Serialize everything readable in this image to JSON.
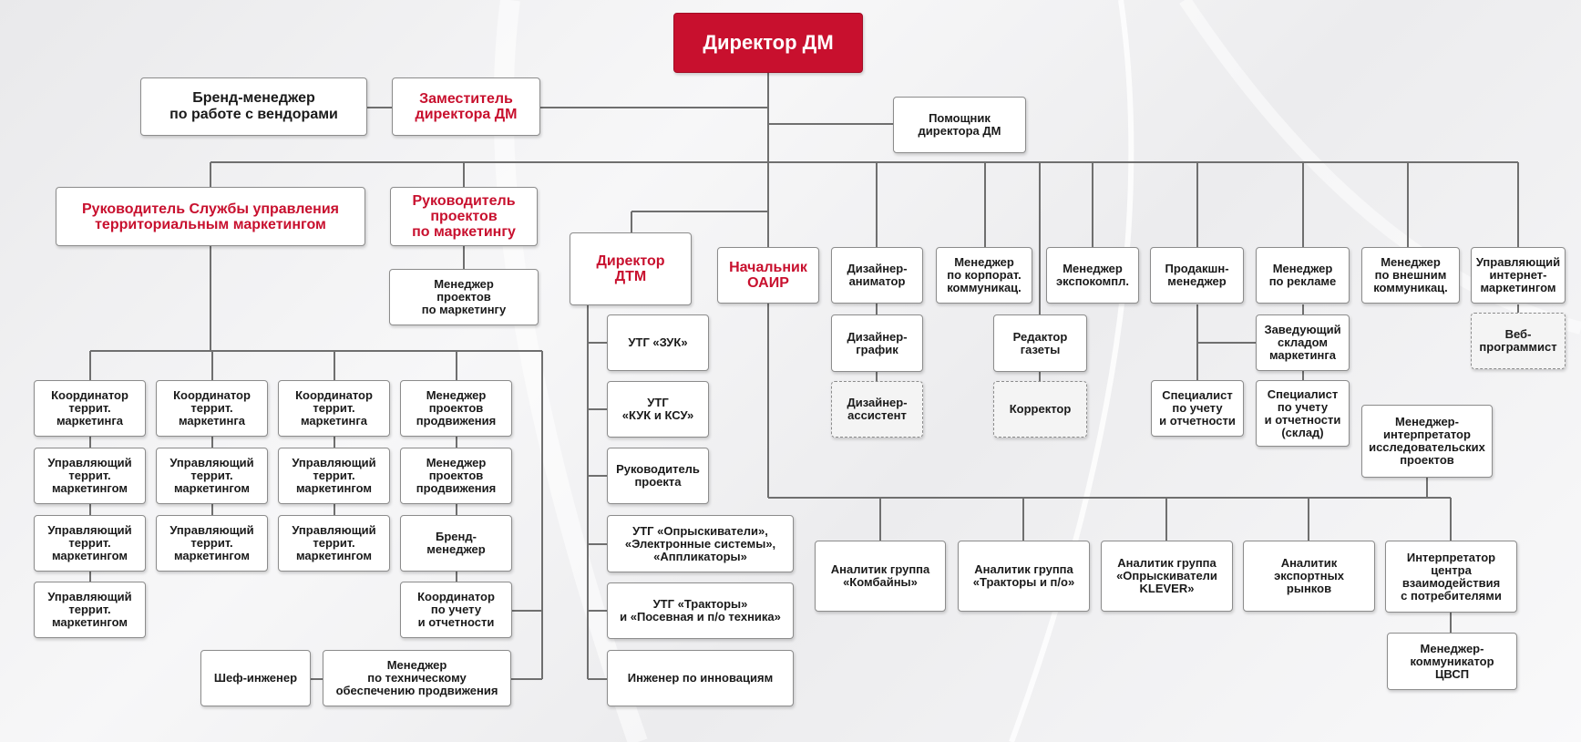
{
  "director": "Директор ДМ",
  "brand_manager_vendors": "Бренд-менеджер\nпо работе с вендорами",
  "deputy_director": "Заместитель\nдиректора ДМ",
  "assistant": "Помощник\nдиректора ДМ",
  "head_territorial": "Руководитель Службы управления\nтерриториальным маркетингом",
  "head_projects": "Руководитель\nпроектов\nпо маркетингу",
  "projects_manager": "Менеджер\nпроектов\nпо маркетингу",
  "territorial_columns": [
    [
      "Координатор\nтеррит.\nмаркетинга",
      "Управляющий\nтеррит.\nмаркетингом",
      "Управляющий\nтеррит.\nмаркетингом",
      "Управляющий\nтеррит.\nмаркетингом"
    ],
    [
      "Координатор\nтеррит.\nмаркетинга",
      "Управляющий\nтеррит.\nмаркетингом",
      "Управляющий\nтеррит.\nмаркетингом"
    ],
    [
      "Координатор\nтеррит.\nмаркетинга",
      "Управляющий\nтеррит.\nмаркетингом",
      "Управляющий\nтеррит.\nмаркетингом"
    ],
    [
      "Менеджер\nпроектов\nпродвижения",
      "Менеджер\nпроектов\nпродвижения",
      "Бренд-\nменеджер",
      "Координатор\nпо учету\nи отчетности"
    ]
  ],
  "tech_support_manager": "Менеджер\nпо техническому\nобеспечению продвижения",
  "chief_engineer": "Шеф-инженер",
  "director_dtm": "Директор\nДТМ",
  "dtm_items": [
    "УТГ «ЗУК»",
    "УТГ\n«КУК и КСУ»",
    "Руководитель\nпроекта",
    "УТГ «Опрыскиватели»,\n«Электронные системы»,\n«Аппликаторы»",
    "УТГ «Тракторы»\nи «Посевная и п/о техника»",
    "Инженер по инновациям"
  ],
  "head_oair": "Начальник\nОАИР",
  "designer_animator": "Дизайнер-\nаниматор",
  "designer_graphic": "Дизайнер-\nграфик",
  "designer_assistant": "Дизайнер-\nассистент",
  "corp_comm_manager": "Менеджер\nпо корпорат.\nкоммуникац.",
  "expo_manager": "Менеджер\nэкспокомпл.",
  "newspaper_editor": "Редактор\nгазеты",
  "proofreader": "Корректор",
  "production_manager": "Продакшн-\nменеджер",
  "accounting_specialist": "Специалист\nпо учету\nи отчетности",
  "ad_manager": "Менеджер\nпо рекламе",
  "warehouse_head": "Заведующий\nскладом\nмаркетинга",
  "warehouse_specialist": "Специалист\nпо учету\nи отчетности\n(склад)",
  "external_comm_manager": "Менеджер\nпо внешним\nкоммуникац.",
  "research_manager": "Менеджер-\nинтерпретатор\nисследовательских\nпроектов",
  "internet_manager": "Управляющий\nинтернет-\nмаркетингом",
  "web_programmer": "Веб-\nпрограммист",
  "analytics": [
    "Аналитик группа\n«Комбайны»",
    "Аналитик группа\n«Тракторы и п/о»",
    "Аналитик группа\n«Опрыскиватели\nKLEVER»",
    "Аналитик\nэкспортных\nрынков",
    "Интерпретатор\nцентра\nвзаимодействия\nс потребителями"
  ],
  "communicator": "Менеджер-\nкоммуникатор\nЦВСП",
  "colors": {
    "accent": "#c8102e",
    "line": "#6f6f6f",
    "border": "#8c8c8c"
  }
}
